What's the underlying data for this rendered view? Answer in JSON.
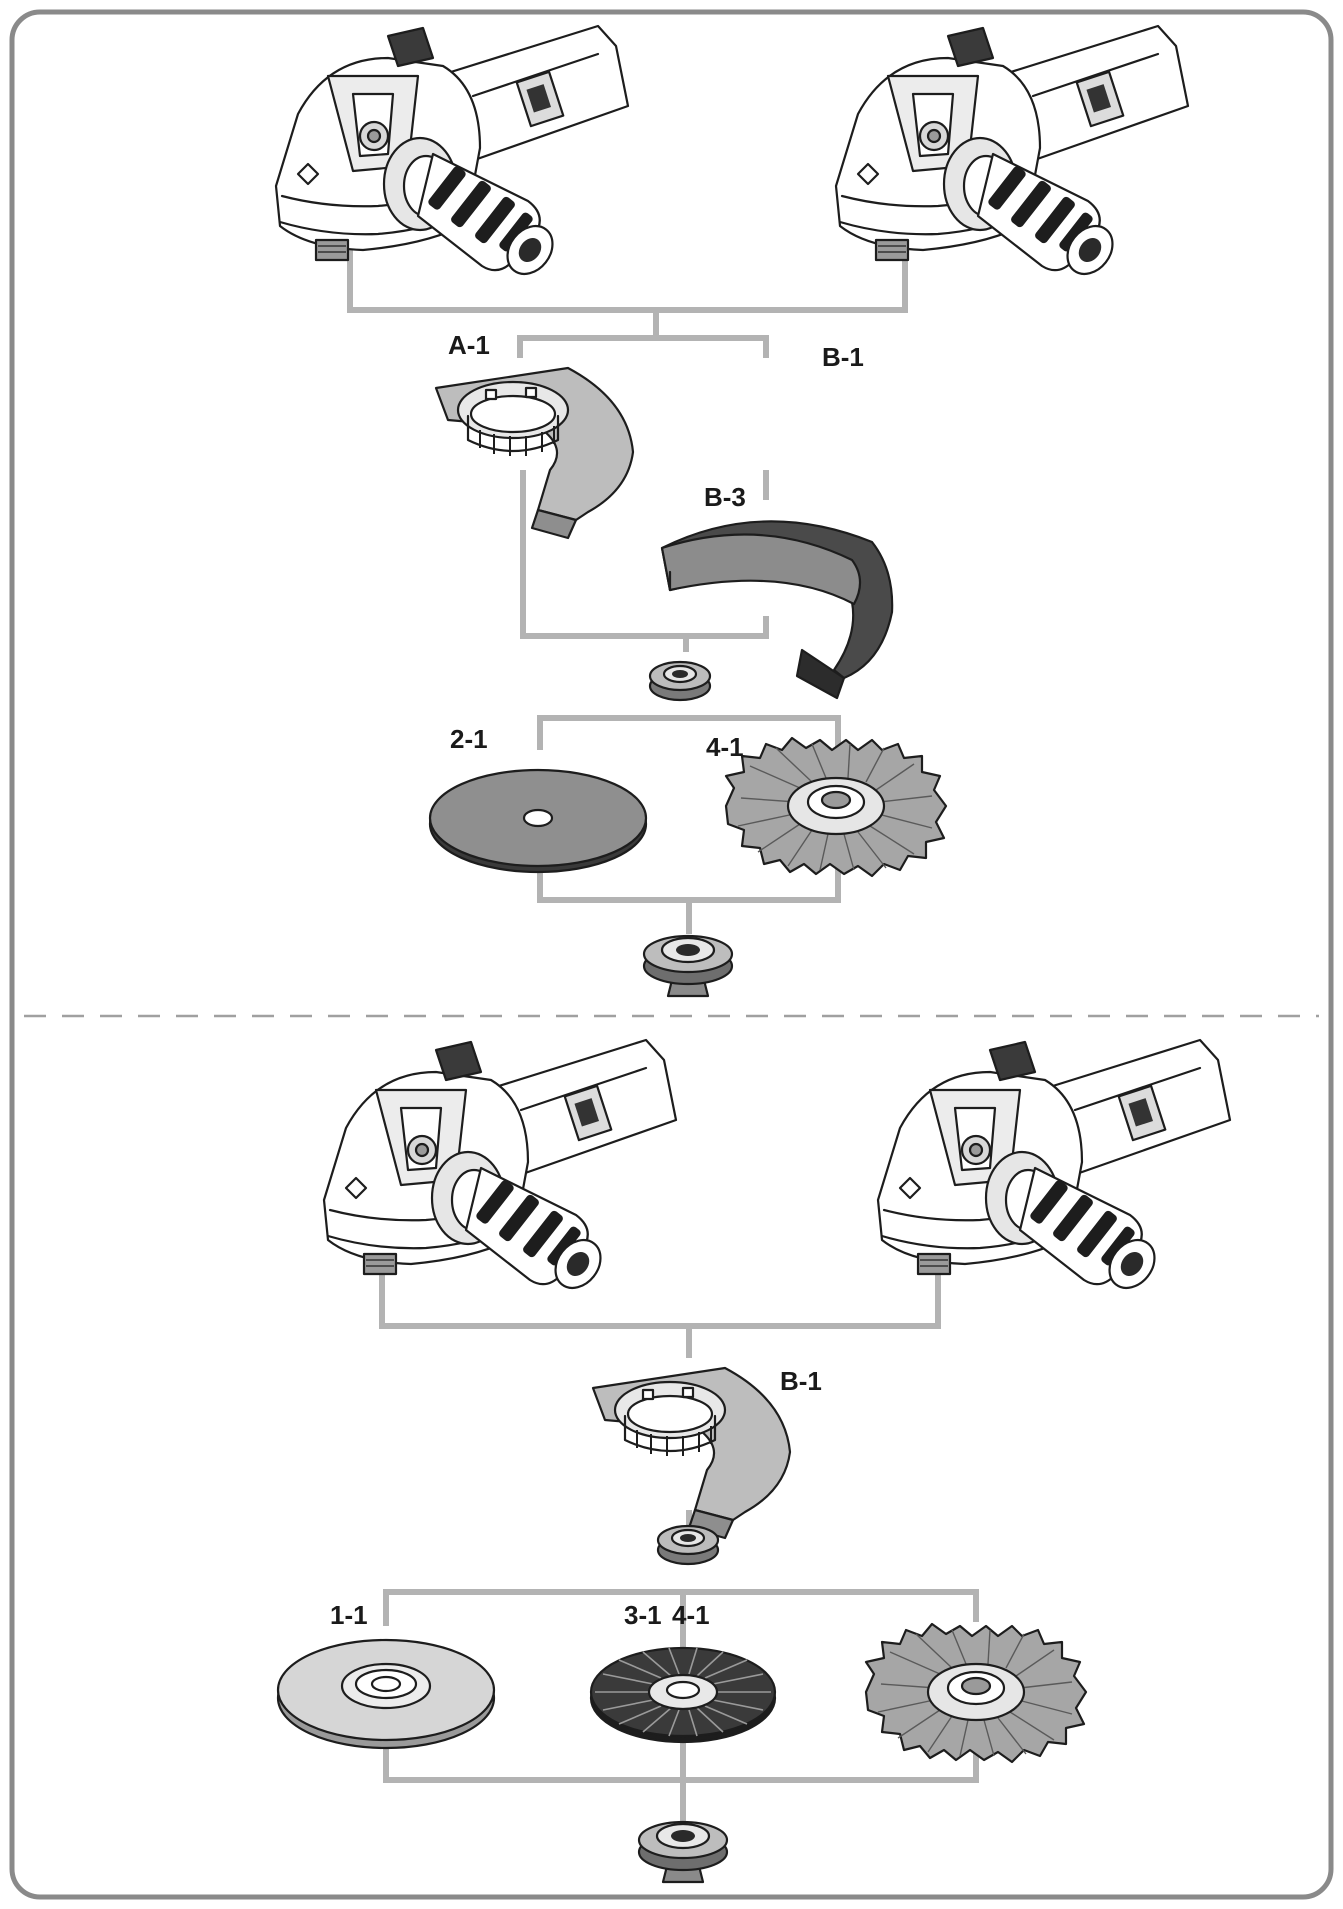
{
  "labels": {
    "a1": "A-1",
    "b1_top": "B-1",
    "b3": "B-3",
    "d21": "2-1",
    "d41_top": "4-1",
    "b1_bottom": "B-1",
    "d11": "1-1",
    "d31": "3-1",
    "d41_bottom": "4-1"
  },
  "colors": {
    "frame": "#8a8a8a",
    "connector": "#b3b3b3",
    "divider": "#a0a0a0",
    "guard_light": "#bdbdbd",
    "guard_dark": "#4a4a4a",
    "cutting_disc": "#8f8f8f"
  },
  "icons": [
    "angle-grinder-icon",
    "wheel-guard-icon",
    "flange-icon",
    "cutting-disc-icon",
    "wire-brush-icon",
    "grinding-disc-icon",
    "flap-disc-icon",
    "clamp-nut-icon"
  ]
}
